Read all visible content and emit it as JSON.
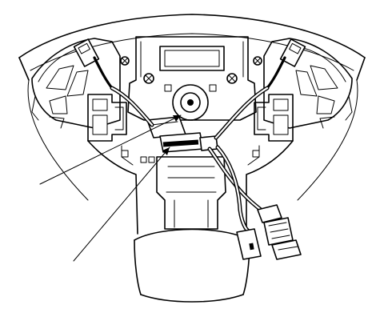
{
  "figure": {
    "subject": "steering-wheel-hub-wiring",
    "background": "#ffffff",
    "line_color": "#000000",
    "icons": [
      "steering-wheel-rim",
      "hub-plate",
      "screw",
      "connector",
      "leader-line"
    ]
  }
}
